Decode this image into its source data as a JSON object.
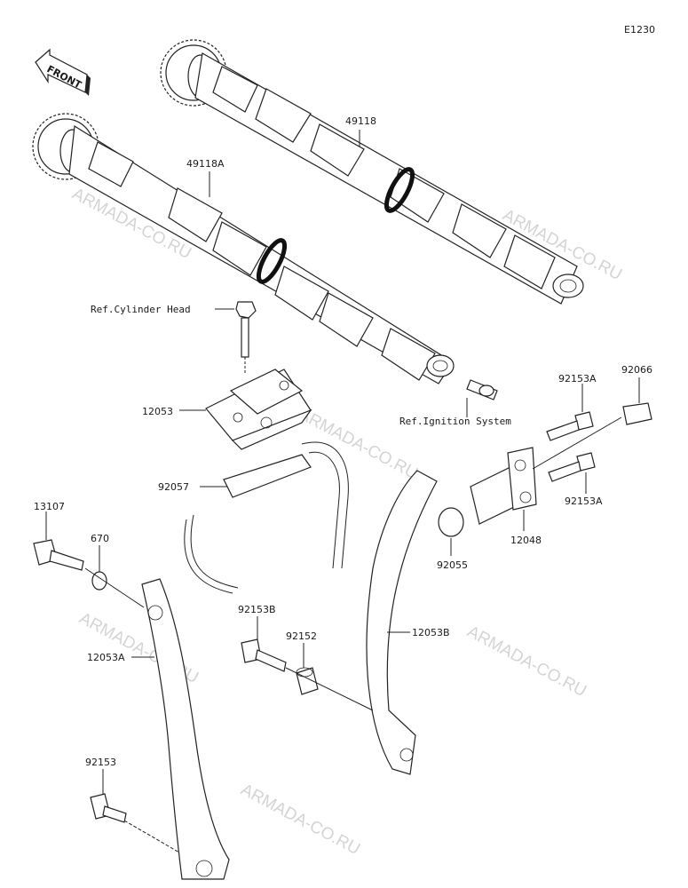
{
  "diagram_code": "E1230",
  "front_badge": "FRONT",
  "watermarks": [
    "ARMADA-CO.RU",
    "ARMADA-CO.RU",
    "ARMADA-CO.RU",
    "ARMADA-CO.RU",
    "ARMADA-CO.RU",
    "ARMADA-CO.RU"
  ],
  "labels": {
    "p49118": "49118",
    "p49118A": "49118A",
    "ref_cylinder_head": "Ref.Cylinder Head",
    "p12053": "12053",
    "ref_ignition": "Ref.Ignition System",
    "p92153A_top": "92153A",
    "p92066": "92066",
    "p92057": "92057",
    "p13107": "13107",
    "p670": "670",
    "p92055": "92055",
    "p12048": "12048",
    "p92153A_bottom": "92153A",
    "p92153B": "92153B",
    "p92152": "92152",
    "p12053B": "12053B",
    "p12053A": "12053A",
    "p92153": "92153"
  }
}
